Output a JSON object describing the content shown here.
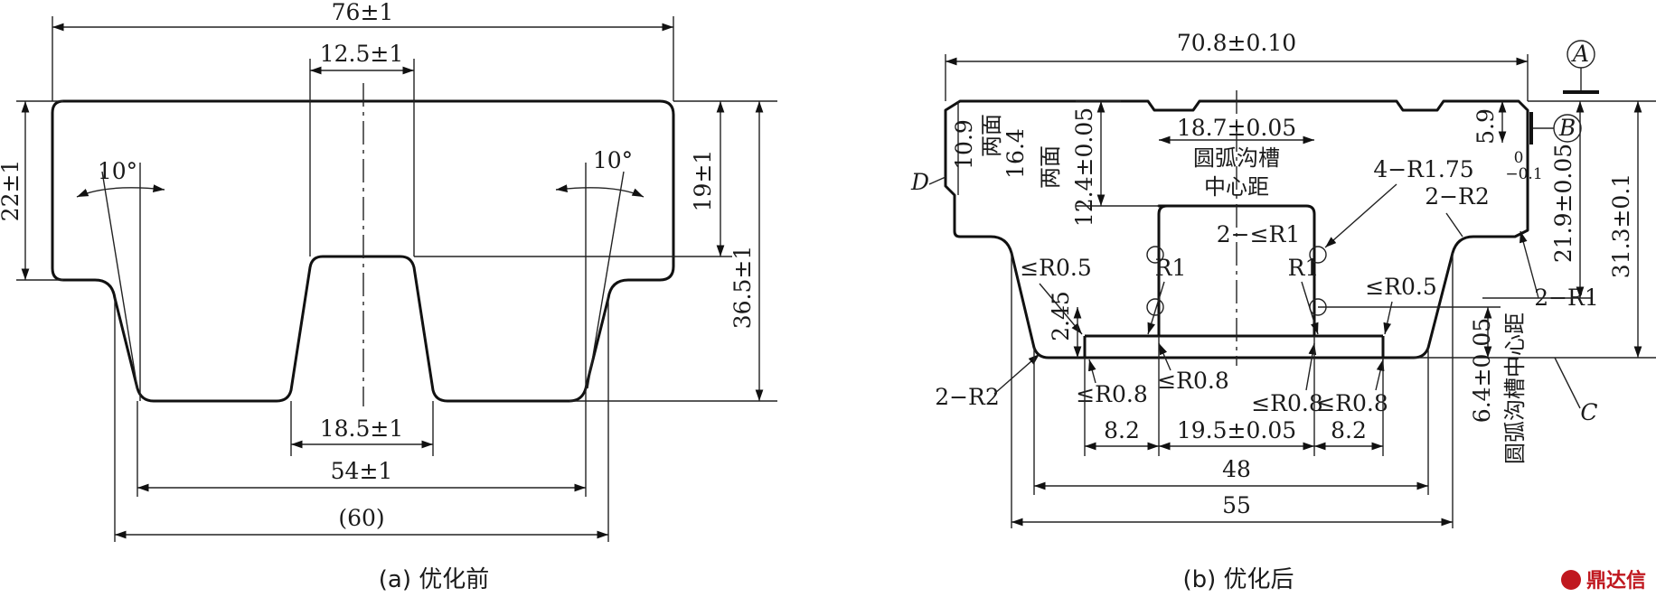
{
  "figure_a": {
    "caption": "(a) 优化前",
    "dim_overall_width": "76±1",
    "dim_top_slot": "12.5±1",
    "dim_angle_left": "10°",
    "dim_angle_right": "10°",
    "dim_height_left": "22±1",
    "dim_height_right": "19±1",
    "dim_total_height": "36.5±1",
    "dim_bottom_slot": "18.5±1",
    "dim_bottom_width": "54±1",
    "dim_base_width": "(60)"
  },
  "figure_b": {
    "caption": "(b) 优化后",
    "dim_overall_width": "70.8±0.10",
    "datum_a": "A",
    "datum_b": "B",
    "label_d": "D",
    "label_c": "C",
    "dim_10_9": "10.9",
    "dim_16_4": "16.4",
    "both_faces_1": "两面",
    "both_faces_2": "两面",
    "dim_12_4": "12.4±0.05",
    "dim_18_7": "18.7±0.05",
    "arc_groove_center_1": "圆弧沟槽",
    "arc_groove_center_2": "中心距",
    "dim_5_9": "5.9",
    "tol_0": "0",
    "tol_neg": "−0.1",
    "radius_4r175": "4−R1.75",
    "radius_2r2_top": "2−R2",
    "radius_2r1": "2−R1",
    "dim_21_9": "21.9±0.05",
    "dim_31_3": "31.3±0.1",
    "radius_2_le_r1": "2−≤R1",
    "radius_le_r05_left": "≤R0.5",
    "radius_r1_left": "R1",
    "radius_r1_right": "R1",
    "radius_le_r05_right": "≤R0.5",
    "dim_2_45": "2.45",
    "dim_6_4": "6.4±0.05",
    "arc_groove_vertical": "圆弧沟槽中心距",
    "radius_2r2_bottom": "2−R2",
    "radius_le_r08_a": "≤R0.8",
    "radius_le_r08_b": "≤R0.8",
    "radius_le_r08_c": "≤R0.8",
    "radius_le_r08_d": "≤R0.8",
    "dim_8_2_left": "8.2",
    "dim_19_5": "19.5±0.05",
    "dim_8_2_right": "8.2",
    "dim_48": "48",
    "dim_55": "55"
  },
  "watermark": "鼎达信",
  "colors": {
    "ink": "#111111",
    "logo": "#c0181f"
  }
}
